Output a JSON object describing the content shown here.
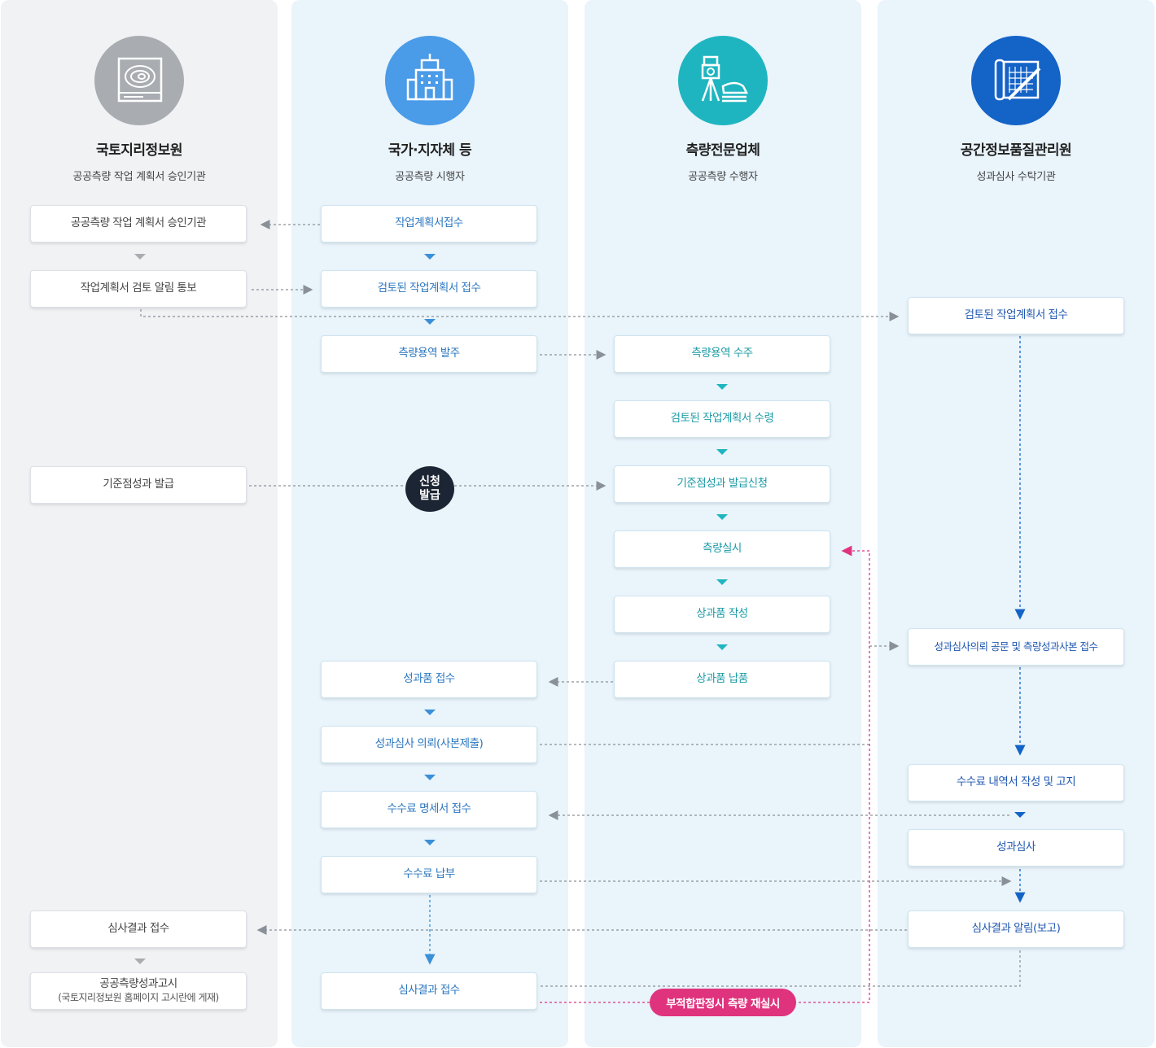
{
  "columns": [
    {
      "title": "국토지리정보원",
      "subtitle": "공공측량 작업 계획서 승인기관",
      "icon": "topographic-map-icon",
      "color": "#a9acb0"
    },
    {
      "title": "국가·지자체 등",
      "subtitle": "공공측량 시행자",
      "icon": "government-building-icon",
      "color": "#4a9be8"
    },
    {
      "title": "측량전문업체",
      "subtitle": "공공측량 수행자",
      "icon": "survey-instrument-icon",
      "color": "#1fb5c0"
    },
    {
      "title": "공간정보품질관리원",
      "subtitle": "성과심사 수탁기관",
      "icon": "blueprint-icon",
      "color": "#1463c7"
    }
  ],
  "col1": {
    "plan_approval": "공공측량 작업 계획서 승인기관",
    "review_notice": "작업계획서 검토 알림 통보",
    "control_points": "기준점성과 발급",
    "result_receive": "심사결과 접수",
    "announce_line1": "공공측량성과고시",
    "announce_line2": "(국토지리정보원 홈페이지 고시란에 게재)"
  },
  "col2": {
    "plan_submit": "작업계획서접수",
    "reviewed_plan": "검토된 작업계획서 접수",
    "order": "측량용역 발주",
    "product_receive": "성과품 접수",
    "review_request": "성과심사 의뢰(사본제출)",
    "fee_statement": "수수료 명세서 접수",
    "fee_payment": "수수료 납부",
    "result_receive": "심사결과 접수"
  },
  "col3": {
    "contract": "측량용역 수주",
    "reviewed_plan": "검토된 작업계획서 수령",
    "control_request": "기준점성과 발급신청",
    "survey": "측량실시",
    "product_make": "상과품 작성",
    "product_deliver": "상과품 납품"
  },
  "col4": {
    "reviewed_plan": "검토된 작업계획서 접수",
    "review_request": "성과심사의뢰 공문 및 측량성과사본 접수",
    "fee_notice": "수수료 내역서 작성 및 고지",
    "review": "성과심사",
    "result_notice": "심사결과 알림(보고)"
  },
  "badge": {
    "line1": "신청",
    "line2": "발급"
  },
  "redo_label": "부적합판정시 측량 재실시",
  "colors": {
    "gray_line": "#8a9098",
    "blue_arrow": "#3a8fd8",
    "teal_arrow": "#1fb5c0",
    "navy_arrow": "#1463c7",
    "redo": "#e0337e"
  }
}
